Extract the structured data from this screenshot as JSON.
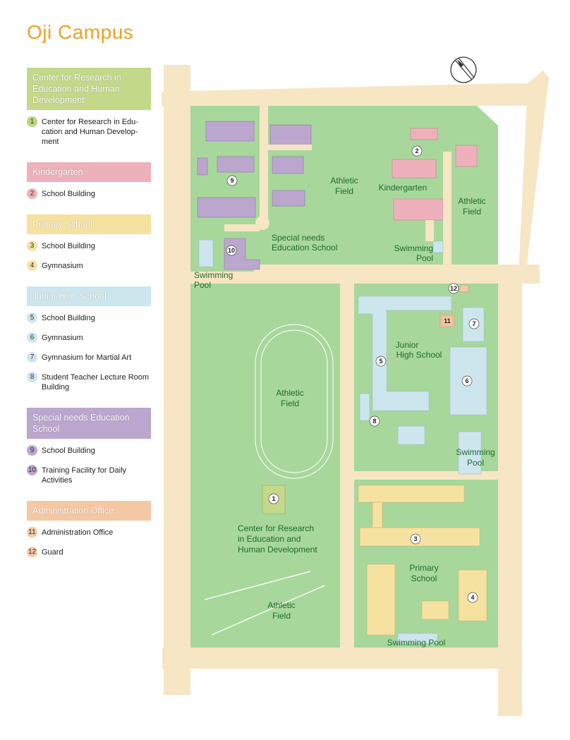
{
  "title": "Oji Campus",
  "colors": {
    "road": "#f6e6c4",
    "field": "#a8d79c",
    "green_section": "#c4d88a",
    "pink_section": "#eeb1bb",
    "yellow_section": "#f6e2a0",
    "blue_section": "#cde6ee",
    "purple_section": "#bba6ce",
    "orange_section": "#f5c8a4"
  },
  "legend": [
    {
      "heading": "Center for Research in Education and Human Development",
      "items": [
        {
          "num": "1",
          "label": "Center for Research in Edu-cation and Human Develop-ment"
        }
      ]
    },
    {
      "heading": "Kindergarten",
      "items": [
        {
          "num": "2",
          "label": "School Building"
        }
      ]
    },
    {
      "heading": "Primary School",
      "items": [
        {
          "num": "3",
          "label": "School Building"
        },
        {
          "num": "4",
          "label": "Gymnasium"
        }
      ]
    },
    {
      "heading": "Junior High School",
      "items": [
        {
          "num": "5",
          "label": "School Building"
        },
        {
          "num": "6",
          "label": "Gymnasium"
        },
        {
          "num": "7",
          "label": "Gymnasium for Martial Art"
        },
        {
          "num": "8",
          "label": "Student Teacher Lecture Room Building"
        }
      ]
    },
    {
      "heading": "Special needs Education School",
      "items": [
        {
          "num": "9",
          "label": "School Building"
        },
        {
          "num": "10",
          "label": "Training Facility for Daily Activities"
        }
      ]
    },
    {
      "heading": "Administration Office",
      "items": [
        {
          "num": "11",
          "label": "Administration Office"
        },
        {
          "num": "12",
          "label": "Guard"
        }
      ]
    }
  ],
  "map_labels": {
    "athletic_field_1": [
      "Athletic",
      "Field"
    ],
    "kindergarten": "Kindergarten",
    "athletic_field_2": [
      "Athletic",
      "Field"
    ],
    "special_needs": [
      "Special needs",
      "Education School"
    ],
    "swimming_pool_1": [
      "Swimming",
      "Pool"
    ],
    "swimming_pool_2": [
      "Swimming",
      "Pool"
    ],
    "junior_high": [
      "Junior",
      "High School"
    ],
    "athletic_field_3": [
      "Athletic",
      "Field"
    ],
    "swimming_pool_3": [
      "Swimming",
      "Pool"
    ],
    "center_research": [
      "Center for Research",
      "in Education and",
      "Human Development"
    ],
    "primary_school": [
      "Primary",
      "School"
    ],
    "athletic_field_4": [
      "Athletic",
      "Field"
    ],
    "swimming_pool_4": "Swimming Pool"
  },
  "markers": [
    "1",
    "2",
    "3",
    "4",
    "5",
    "6",
    "7",
    "8",
    "9",
    "10",
    "11",
    "12"
  ]
}
